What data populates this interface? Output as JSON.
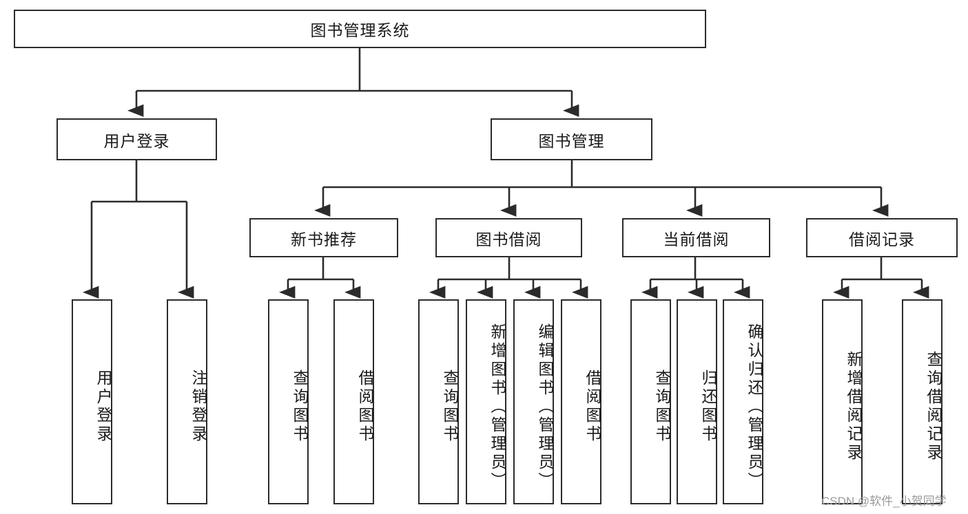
{
  "diagram": {
    "title": "图书管理系统",
    "watermark": "CSDN @软件_小贺同学",
    "accent_color": "#2b2b2b",
    "background_color": "#ffffff",
    "nodes": {
      "root": {
        "label": "图书管理系统"
      },
      "l1": [
        {
          "label": "用户登录"
        },
        {
          "label": "图书管理"
        }
      ],
      "l2": [
        {
          "label": "新书推荐"
        },
        {
          "label": "图书借阅"
        },
        {
          "label": "当前借阅"
        },
        {
          "label": "借阅记录"
        }
      ],
      "leaves": {
        "user_login": [
          {
            "label": "用户登录"
          },
          {
            "label": "注销登录"
          }
        ],
        "new_book": [
          {
            "label": "查询图书"
          },
          {
            "label": "借阅图书"
          }
        ],
        "book_borrow": [
          {
            "label": "查询图书"
          },
          {
            "label": "新增图书（管理员）"
          },
          {
            "label": "编辑图书（管理员）"
          },
          {
            "label": "借阅图书"
          }
        ],
        "current_borrow": [
          {
            "label": "查询图书"
          },
          {
            "label": "归还图书"
          },
          {
            "label": "确认归还（管理员）"
          }
        ],
        "borrow_record": [
          {
            "label": "新增借阅记录"
          },
          {
            "label": "查询借阅记录"
          }
        ]
      }
    }
  }
}
